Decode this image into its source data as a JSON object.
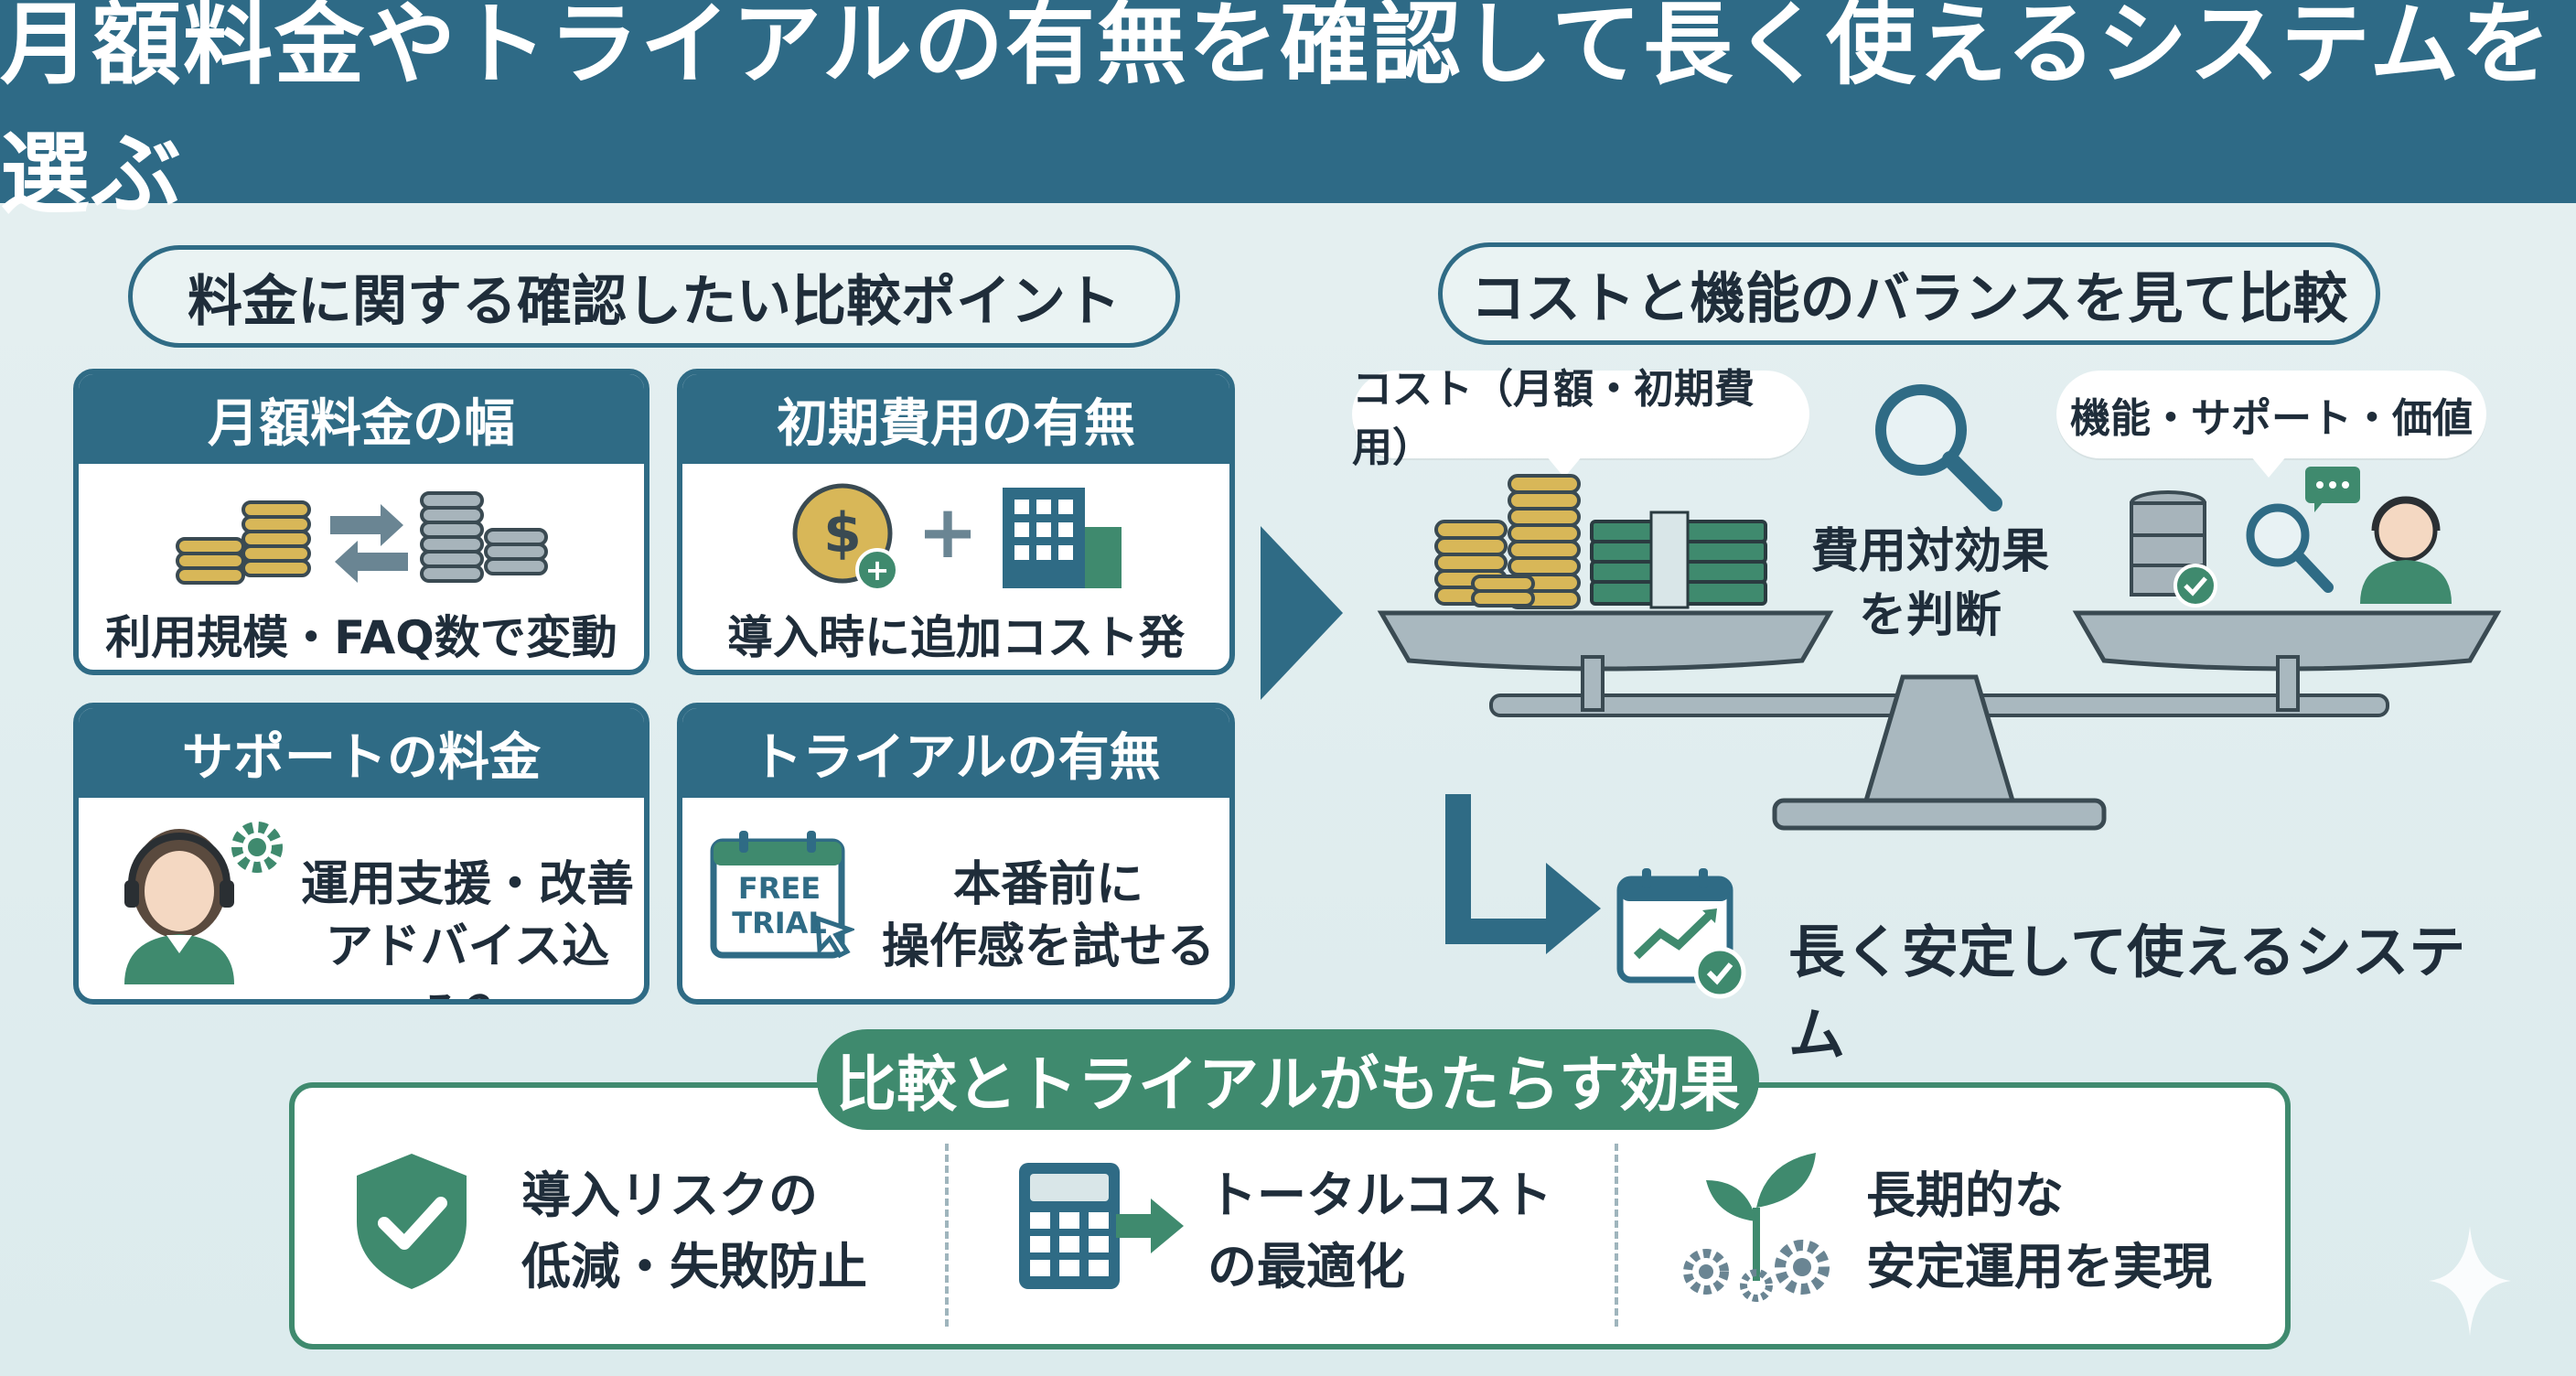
{
  "header": {
    "title": "月額料金やトライアルの有無を確認して長く使えるシステムを選ぶ"
  },
  "left_section": {
    "title": "料金に関する確認したい比較ポイント",
    "cards": [
      {
        "heading": "月額料金の幅",
        "text": "利用規模・FAQ数で変動",
        "icon": "coins-compare-icon"
      },
      {
        "heading": "初期費用の有無",
        "text": "導入時に追加コスト発生？",
        "icon": "dollar-plus-building-icon"
      },
      {
        "heading": "サポートの料金",
        "text_lines": [
          "運用支援・改善",
          "アドバイス込み？"
        ],
        "icon": "support-agent-gear-icon"
      },
      {
        "heading": "トライアルの有無",
        "text_lines": [
          "本番前に",
          "操作感を試せる"
        ],
        "icon": "free-trial-calendar-icon",
        "icon_text": [
          "FREE",
          "TRIAL"
        ]
      }
    ]
  },
  "right_section": {
    "title": "コストと機能のバランスを見て比較",
    "cost_label": "コスト（月額・初期費用）",
    "value_label": "機能・サポート・価値",
    "center_text_lines": [
      "費用対効果",
      "を判断"
    ],
    "result_text": "長く安定して使えるシステム"
  },
  "effects": {
    "title": "比較とトライアルがもたらす効果",
    "items": [
      {
        "text_lines": [
          "導入リスクの",
          "低減・失敗防止"
        ],
        "icon": "shield-check-icon"
      },
      {
        "text_lines": [
          "トータルコスト",
          "の最適化"
        ],
        "icon": "calculator-arrow-icon"
      },
      {
        "text_lines": [
          "長期的な",
          "安定運用を実現"
        ],
        "icon": "plant-gears-icon"
      }
    ]
  },
  "colors": {
    "header": "#2e6a86",
    "accent_blue": "#2f6b85",
    "accent_green": "#3f8a6e",
    "coin_gold": "#d8b758",
    "background": "#e1eeef"
  }
}
